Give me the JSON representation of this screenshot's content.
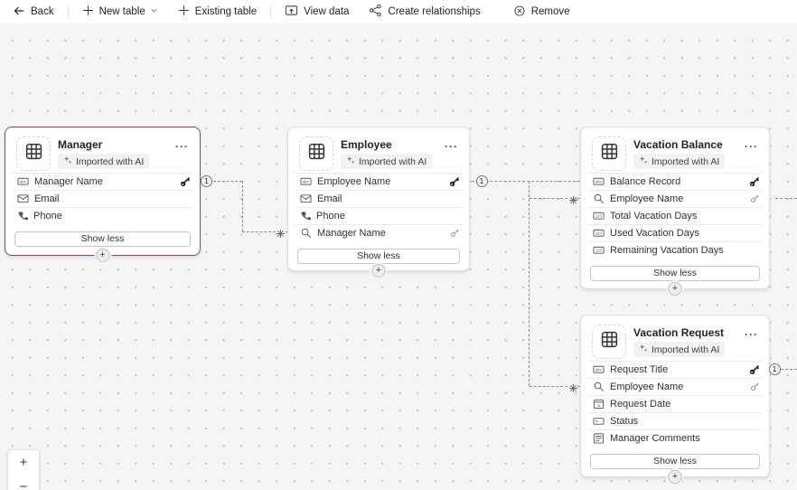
{
  "toolbar": {
    "back": "Back",
    "new_table": "New table",
    "existing_table": "Existing table",
    "view_data": "View data",
    "create_relationships": "Create relationships",
    "remove": "Remove"
  },
  "strings": {
    "show_less": "Show less",
    "more": "···",
    "add": "+",
    "zoom_in": "+",
    "zoom_out": "−"
  },
  "markers": {
    "one": "1",
    "many": "*"
  },
  "tables": [
    {
      "title": "Manager",
      "badge": "Imported with AI",
      "selected": true,
      "fields": [
        {
          "label": "Manager Name",
          "icon": "text-field-icon",
          "right_icon": "primary-key-icon"
        },
        {
          "label": "Email",
          "icon": "email-icon"
        },
        {
          "label": "Phone",
          "icon": "phone-icon"
        }
      ]
    },
    {
      "title": "Employee",
      "badge": "Imported with AI",
      "selected": false,
      "fields": [
        {
          "label": "Employee Name",
          "icon": "text-field-icon",
          "right_icon": "primary-key-icon"
        },
        {
          "label": "Email",
          "icon": "email-icon"
        },
        {
          "label": "Phone",
          "icon": "phone-icon"
        },
        {
          "label": "Manager Name",
          "icon": "lookup-icon",
          "right_icon": "lookup-key-icon"
        }
      ]
    },
    {
      "title": "Vacation Balance",
      "badge": "Imported with AI",
      "selected": false,
      "fields": [
        {
          "label": "Balance Record",
          "icon": "text-field-icon",
          "right_icon": "primary-key-icon"
        },
        {
          "label": "Employee Name",
          "icon": "lookup-icon",
          "right_icon": "lookup-key-icon"
        },
        {
          "label": "Total Vacation Days",
          "icon": "number-icon"
        },
        {
          "label": "Used Vacation Days",
          "icon": "number-icon"
        },
        {
          "label": "Remaining Vacation Days",
          "icon": "number-icon"
        }
      ]
    },
    {
      "title": "Vacation Request",
      "badge": "Imported with AI",
      "selected": false,
      "fields": [
        {
          "label": "Request Title",
          "icon": "text-field-icon",
          "right_icon": "primary-key-icon"
        },
        {
          "label": "Employee Name",
          "icon": "lookup-icon",
          "right_icon": "lookup-key-icon"
        },
        {
          "label": "Request Date",
          "icon": "date-icon"
        },
        {
          "label": "Status",
          "icon": "choice-icon"
        },
        {
          "label": "Manager Comments",
          "icon": "multiline-text-icon"
        }
      ]
    }
  ],
  "connectors": [
    {
      "from": "Manager.Manager Name",
      "to": "Employee.Manager Name",
      "one": "1",
      "many": "*"
    },
    {
      "from": "Employee.Employee Name",
      "to": "Vacation Balance.Employee Name",
      "one": "1",
      "many": "*"
    },
    {
      "from": "Employee.Employee Name",
      "to": "Vacation Request.Employee Name",
      "one": "1",
      "many": "*"
    },
    {
      "from": "Vacation Request.Request Title",
      "to": "",
      "one": "1"
    },
    {
      "from": "",
      "to": "Vacation Balance.Employee Name"
    }
  ],
  "colors": {
    "selected_card_border": "#8a4191",
    "connector": "#8f8d8b",
    "canvas_bg": "#f5f5f4",
    "card_bg": "#ffffff",
    "badge_bg": "#f3f2f1",
    "toolbar_text": "#242424"
  }
}
